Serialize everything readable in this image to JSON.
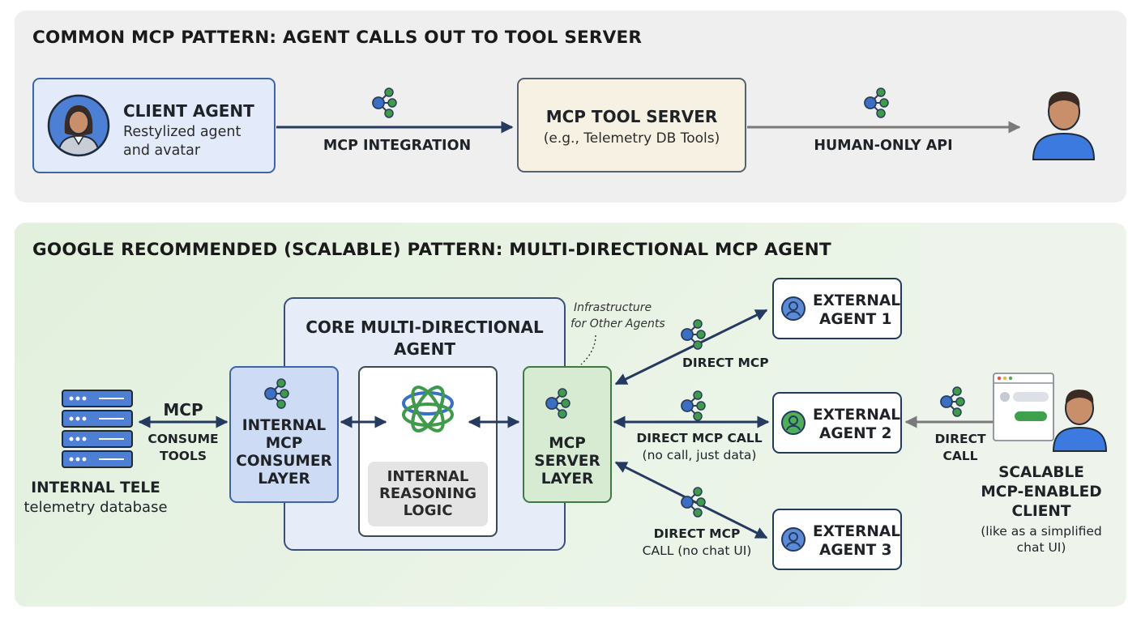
{
  "top": {
    "title": "COMMON MCP PATTERN: AGENT CALLS OUT TO TOOL SERVER",
    "client_agent": {
      "title": "CLIENT AGENT",
      "line1": "Restylized agent",
      "line2": "and avatar"
    },
    "mcp_integration_label": "MCP INTEGRATION",
    "tool_server": {
      "title": "MCP TOOL SERVER",
      "subtitle": "(e.g., Telemetry DB Tools)"
    },
    "human_only_label": "HUMAN-ONLY API"
  },
  "bottom": {
    "title": "GOOGLE RECOMMENDED (SCALABLE) PATTERN: MULTI-DIRECTIONAL MCP AGENT",
    "database": {
      "title": "INTERNAL TELE",
      "subtitle": "telemetry database"
    },
    "mcp_label": "MCP",
    "consume_line1": "CONSUME",
    "consume_line2": "TOOLS",
    "core": {
      "title_line1": "CORE MULTI-DIRECTIONAL",
      "title_line2": "AGENT"
    },
    "consumer_layer": {
      "line1": "INTERNAL",
      "line2": "MCP",
      "line3": "CONSUMER",
      "line4": "LAYER"
    },
    "reasoning": {
      "line1": "INTERNAL",
      "line2": "REASONING",
      "line3": "LOGIC"
    },
    "server_layer": {
      "line1": "MCP",
      "line2": "SERVER",
      "line3": "LAYER"
    },
    "infra_note_line1": "Infrastructure",
    "infra_note_line2": "for Other Agents",
    "direct_mcp": "DIRECT MCP",
    "direct_mcp_call": "DIRECT MCP CALL",
    "no_call_data": "(no call, just data)",
    "direct_mcp_call3_line1": "DIRECT MCP",
    "direct_mcp_call3_line2": "CALL (no chat UI)",
    "external_agents": [
      {
        "line1": "EXTERNAL",
        "line2": "AGENT 1"
      },
      {
        "line1": "EXTERNAL",
        "line2": "AGENT 2"
      },
      {
        "line1": "EXTERNAL",
        "line2": "AGENT 3"
      }
    ],
    "direct_call_line1": "DIRECT",
    "direct_call_line2": "CALL",
    "client": {
      "line1": "SCALABLE",
      "line2": "MCP-ENABLED",
      "line3": "CLIENT",
      "line4": "(like as a simplified",
      "line5": "chat UI)"
    }
  },
  "colors": {
    "arrow_dark": "#243a5e",
    "arrow_gray": "#7a7a7a",
    "node_blue": "#3b6fc4",
    "node_green": "#3f9a4a",
    "client_box_fill": "#e3ebfa",
    "tool_box_fill": "#f7f1e4",
    "consumer_fill": "#cddcf4",
    "server_fill": "#d6ebd2"
  },
  "icons": [
    "person-avatar-icon",
    "mcp-network-icon",
    "server-rack-icon",
    "openai-brain-icon",
    "chat-window-icon",
    "user-icon"
  ]
}
